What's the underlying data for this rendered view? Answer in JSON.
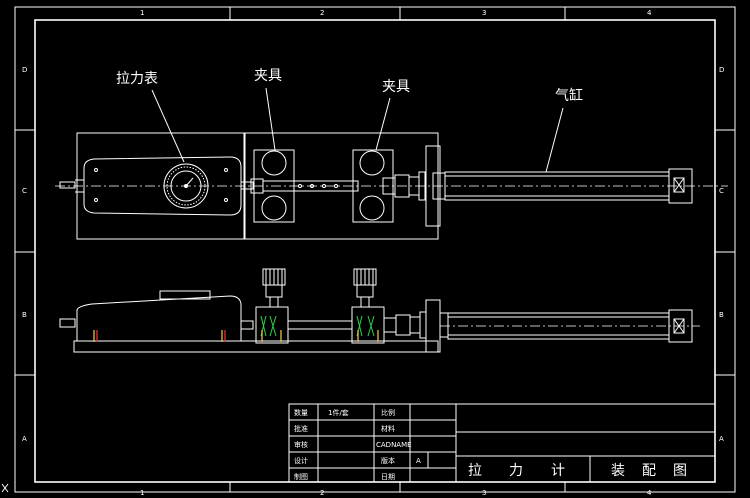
{
  "drawing": {
    "callouts": {
      "gauge": "拉力表",
      "clamp_left": "夹具",
      "clamp_right": "夹具",
      "cylinder": "气缸"
    },
    "grid": {
      "columns": [
        "1",
        "2",
        "3",
        "4"
      ],
      "rows": [
        "D",
        "C",
        "B",
        "A"
      ]
    },
    "title_block": {
      "qty_label": "数量",
      "qty_value": "1件/套",
      "scale_label": "比例",
      "approve_label": "批准",
      "material_label": "材料",
      "review_label": "审核",
      "cadname": "CADNAME",
      "design_label": "设计",
      "version_label": "版本",
      "version_value": "A",
      "draw_label": "制图",
      "date_label": "日期",
      "name_chars": [
        "拉",
        "力",
        "计"
      ],
      "type_chars": [
        "装",
        "配",
        "图"
      ]
    }
  }
}
